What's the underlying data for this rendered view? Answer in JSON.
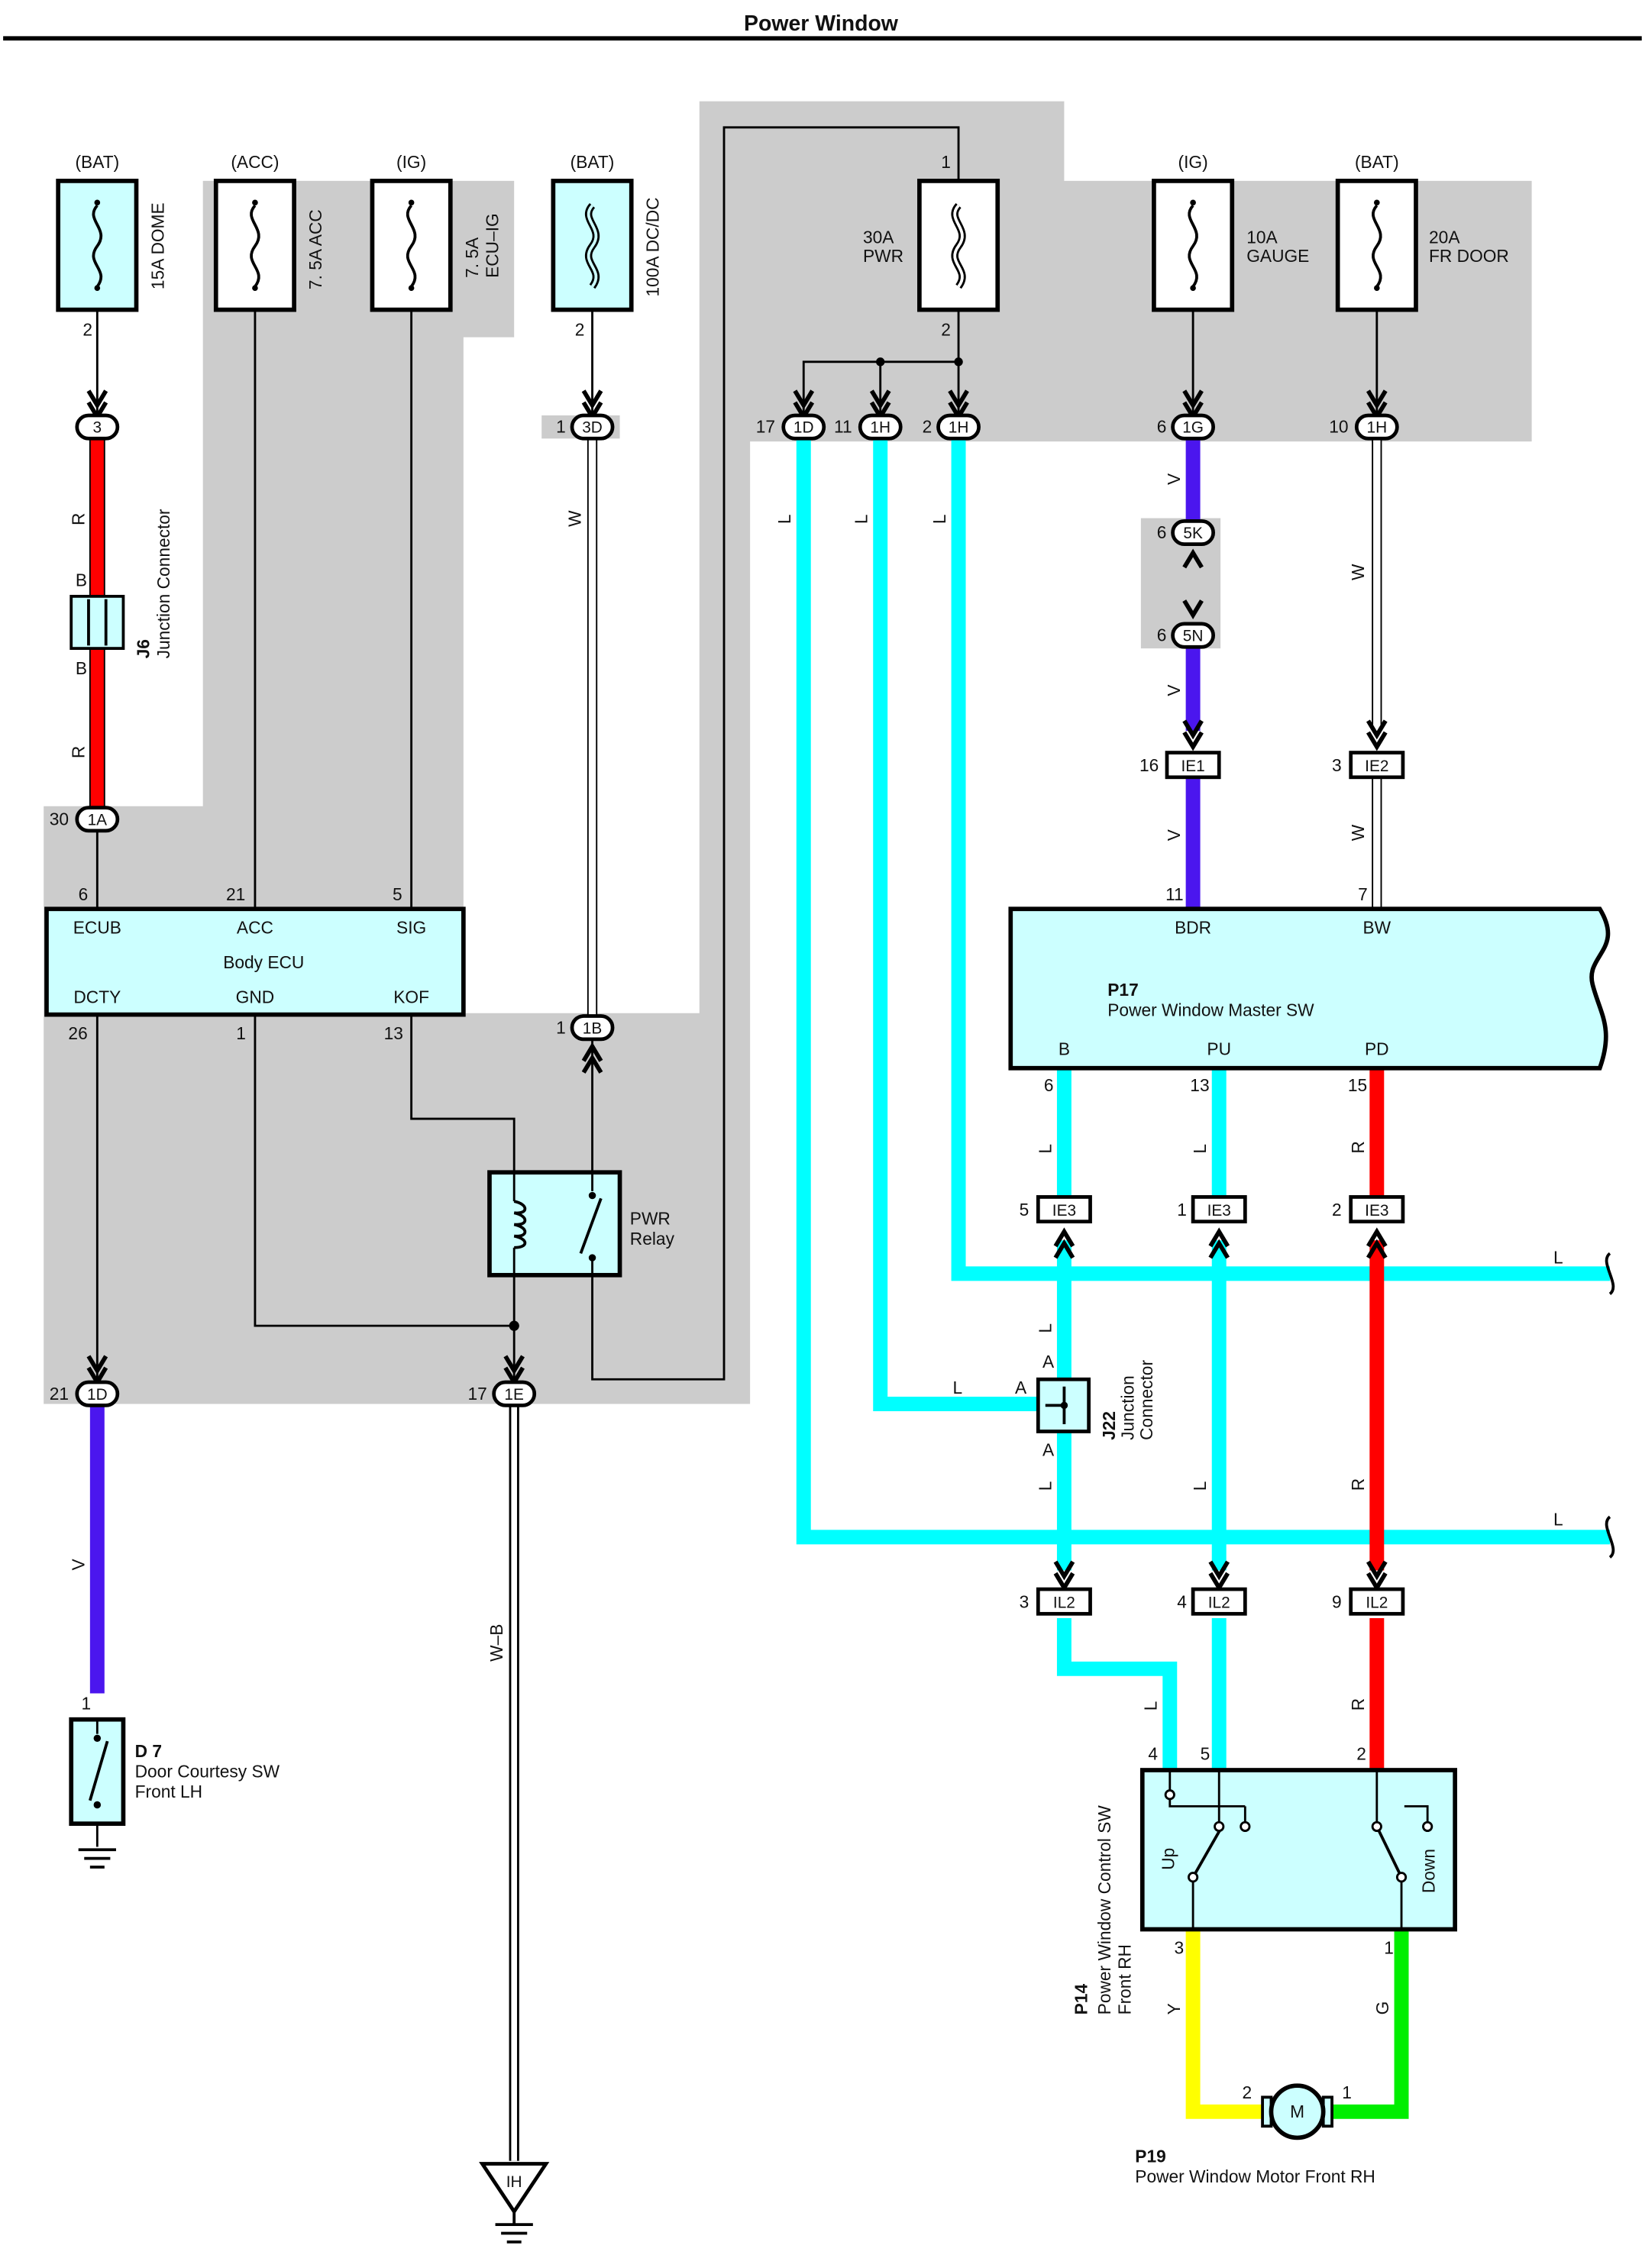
{
  "title": "Power Window",
  "colors": {
    "shade": "#cccccc",
    "component_fill": "#ccffff",
    "L": "#00ffff",
    "R": "#ff0000",
    "V": "#4b16ee",
    "Y": "#ffff00",
    "G": "#00ee00",
    "W": "#ffffff",
    "B": "#111111"
  },
  "fuses": [
    {
      "id": "f-dome",
      "source": "(BAT)",
      "label1": "15A DOME",
      "label2": "",
      "pin_bottom": "2",
      "shaded": false
    },
    {
      "id": "f-acc",
      "source": "(ACC)",
      "label1": "7. 5A ACC",
      "label2": "",
      "pin_bottom": "",
      "shaded": true
    },
    {
      "id": "f-ecuig",
      "source": "(IG)",
      "label1": "7. 5A",
      "label2": "ECU–IG",
      "pin_bottom": "",
      "shaded": true
    },
    {
      "id": "f-dcdc",
      "source": "(BAT)",
      "label1": "100A DC/DC",
      "label2": "",
      "pin_bottom": "2",
      "shaded": false
    },
    {
      "id": "f-pwr",
      "source": "",
      "label1": "30A",
      "label2": "PWR",
      "pin_top": "1",
      "pin_bottom": "2",
      "shaded": true
    },
    {
      "id": "f-gauge",
      "source": "(IG)",
      "label1": "10A",
      "label2": "GAUGE",
      "pin_bottom": "",
      "shaded": true
    },
    {
      "id": "f-frdoor",
      "source": "(BAT)",
      "label1": "20A",
      "label2": "FR DOOR",
      "pin_bottom": "",
      "shaded": true
    }
  ],
  "connectors": [
    {
      "id": "c-3",
      "code": "3",
      "pin": ""
    },
    {
      "id": "c-3d",
      "code": "3D",
      "pin": "1"
    },
    {
      "id": "c-1d-top",
      "code": "1D",
      "pin": "17"
    },
    {
      "id": "c-1h-a",
      "code": "1H",
      "pin": "11"
    },
    {
      "id": "c-1h-b",
      "code": "1H",
      "pin": "2"
    },
    {
      "id": "c-1g",
      "code": "1G",
      "pin": "6"
    },
    {
      "id": "c-1h-c",
      "code": "1H",
      "pin": "10"
    },
    {
      "id": "c-5k",
      "code": "5K",
      "pin": "6"
    },
    {
      "id": "c-5n",
      "code": "5N",
      "pin": "6"
    },
    {
      "id": "c-1a",
      "code": "1A",
      "pin": "30"
    },
    {
      "id": "c-1b",
      "code": "1B",
      "pin": "1"
    },
    {
      "id": "c-1d-bot",
      "code": "1D",
      "pin": "21"
    },
    {
      "id": "c-1e",
      "code": "1E",
      "pin": "17"
    }
  ],
  "harness_connectors": [
    {
      "id": "h-ie1",
      "code": "IE1",
      "pin": "16"
    },
    {
      "id": "h-ie2",
      "code": "IE2",
      "pin": "3"
    },
    {
      "id": "h-ie3-a",
      "code": "IE3",
      "pin": "5"
    },
    {
      "id": "h-ie3-b",
      "code": "IE3",
      "pin": "1"
    },
    {
      "id": "h-ie3-c",
      "code": "IE3",
      "pin": "2"
    },
    {
      "id": "h-il2-a",
      "code": "IL2",
      "pin": "3"
    },
    {
      "id": "h-il2-b",
      "code": "IL2",
      "pin": "4"
    },
    {
      "id": "h-il2-c",
      "code": "IL2",
      "pin": "9"
    }
  ],
  "wire_labels": {
    "r": "R",
    "b": "B",
    "w": "W",
    "l": "L",
    "v": "V",
    "y": "Y",
    "g": "G",
    "wb": "W–B",
    "a": "A"
  },
  "junction_j6": {
    "code": "J6",
    "name": "Junction Connector"
  },
  "junction_j22": {
    "code": "J22",
    "name1": "Junction",
    "name2": "Connector"
  },
  "body_ecu": {
    "name": "Body ECU",
    "terminals_top": [
      "ECUB",
      "ACC",
      "SIG"
    ],
    "terminals_bottom": [
      "DCTY",
      "GND",
      "KOF"
    ],
    "pins_top": [
      "6",
      "21",
      "5"
    ],
    "pins_bottom": [
      "26",
      "1",
      "13"
    ]
  },
  "master_sw": {
    "code": "P17",
    "name": "Power Window Master SW",
    "terminals_top": [
      "BDR",
      "BW"
    ],
    "pins_top": [
      "11",
      "7"
    ],
    "terminals_bottom": [
      "B",
      "PU",
      "PD"
    ],
    "pins_bottom": [
      "6",
      "13",
      "15"
    ]
  },
  "relay": {
    "name1": "PWR",
    "name2": "Relay"
  },
  "courtesy_sw": {
    "code": "D 7",
    "name1": "Door Courtesy SW",
    "name2": "Front LH",
    "pin": "1"
  },
  "ground_ih": {
    "label": "IH"
  },
  "control_sw": {
    "code": "P14",
    "name1": "Power Window Control SW",
    "name2": "Front RH",
    "up": "Up",
    "down": "Down",
    "pins_top": [
      "4",
      "5",
      "2"
    ],
    "pins_bottom": [
      "3",
      "1"
    ]
  },
  "motor": {
    "code": "P19",
    "name": "Power Window Motor Front RH",
    "symbol": "M",
    "pin_left": "2",
    "pin_right": "1"
  }
}
